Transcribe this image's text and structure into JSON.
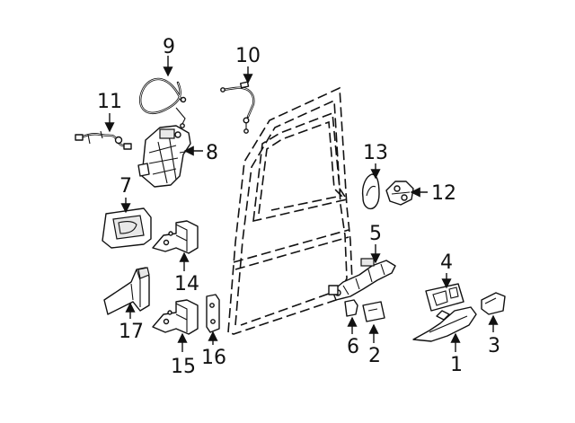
{
  "callouts": {
    "c1": "1",
    "c2": "2",
    "c3": "3",
    "c4": "4",
    "c5": "5",
    "c6": "6",
    "c7": "7",
    "c8": "8",
    "c9": "9",
    "c10": "10",
    "c11": "11",
    "c12": "12",
    "c13": "13",
    "c14": "14",
    "c15": "15",
    "c16": "16",
    "c17": "17"
  },
  "colors": {
    "line": "#111111",
    "background": "#ffffff"
  }
}
